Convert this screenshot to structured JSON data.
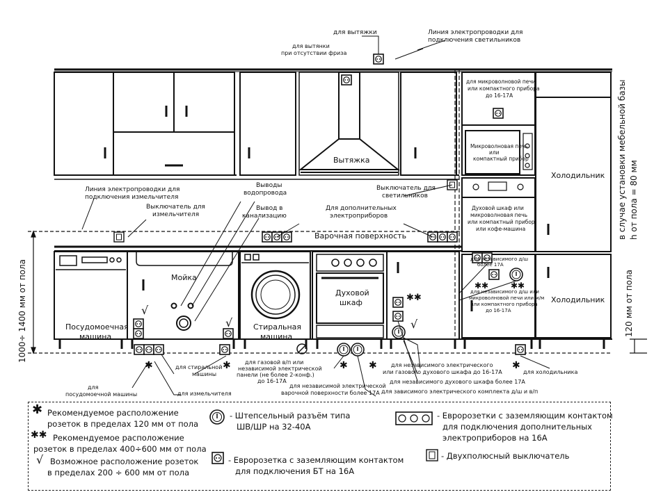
{
  "labels": {
    "hood_outlet": "для вытяжки",
    "hood_no_frieze_1": "для вытянки",
    "hood_no_frieze_2": "при отсутствии фриза",
    "light_line_1": "Линия электропроводки для",
    "light_line_2": "подключения светильников",
    "microwave_outlet_1": "для микроволновой печи",
    "microwave_outlet_2": "или компактного прибора",
    "microwave_outlet_3": "до 16-17А",
    "microwave_1": "Микроволновая печь",
    "microwave_2": "или",
    "microwave_3": "компактный прибор",
    "hood": "Вытяжка",
    "fridge_top": "Холодильник",
    "fridge_bottom": "Холодильник",
    "furniture_base_1": "в случае установки мебельной базы",
    "furniture_base_2": "h от пола = 80 мм",
    "meter_line_1": "Линия электропроводки для",
    "meter_line_2": "подключения измельчителя",
    "water_1": "Выводы",
    "water_2": "водопровода",
    "light_switch_1": "Выключатель для",
    "light_switch_2": "светильников",
    "shredder_switch_1": "Выключатель для",
    "shredder_switch_2": "измельчителя",
    "sewer_1": "Вывод в",
    "sewer_2": "канализацию",
    "extra_1": "Для дополнительных",
    "extra_2": "электроприборов",
    "cooktop": "Варочная поверхность",
    "oven_cab_1": "Духовой шкаф или",
    "oven_cab_2": "микроволновая печь",
    "oven_cab_3": "или компактный прибор",
    "oven_cab_4": "или кофе-машина",
    "sink": "Мойка",
    "oven_1": "Духовой",
    "oven_2": "шкаф",
    "indep_oven_1": "для независимого д/ш",
    "indep_oven_2": "более 17А",
    "indep_mw_1": "для независимого д/ш или",
    "indep_mw_2": "микроволновой печи или м/м",
    "indep_mw_3": "или компактного прибора",
    "indep_mw_4": "до 16-17А",
    "dishwasher_1": "Посудомоечная",
    "dishwasher_2": "машина",
    "washer_1": "Стиральная",
    "washer_2": "машина",
    "dim_1400": "1000÷ 1400 мм от пола",
    "dim_120": "120 мм от пола",
    "gas_1": "для газовой в/п или",
    "gas_2": "независимой электрической",
    "gas_3": "панели (не более 2-конф.)",
    "gas_4": "до 16-17А",
    "washer_out_1": "для стиральной",
    "washer_out_2": "машины",
    "shredder_out": "для измельчителя",
    "dish_out_1": "для",
    "dish_out_2": "посудомоечной машины",
    "indep_gas_oven_1": "для независимого электрического",
    "indep_gas_oven_2": "или газового духового шкафа до 16-17А",
    "indep_cooktop_1": "для независимой электрической",
    "indep_cooktop_2": "варочной поверхности более 17А",
    "indep_oven_big": "для независимого духового шкафа более 17А",
    "fridge_out": "для холодильника",
    "dependent_kit": "для зависимого электрического комплекта д/ш и в/п"
  },
  "legend": {
    "star1_1": "Рекомендуемое расположение",
    "star1_2": "розеток в пределах 120 мм от пола",
    "star2_1": "Рекомендуемое расположение",
    "star2_2": "розеток в пределах 400÷600 мм от пола",
    "check_1": "Возможное расположение розеток",
    "check_2": "в пределах 200 ÷ 600 мм от пола",
    "plug_1": "- Штепсельный разъём типа",
    "plug_2": "ШВ/ШР на 32-40А",
    "euro_1": "- Евророзетка с заземляющим контактом",
    "euro_2": "для подключения БТ на 16А",
    "triple_1": "- Евророзетки с заземляющим контактом",
    "triple_2": "для подключения дополнительных",
    "triple_3": "электроприборов на 16А",
    "switch": "- Двухполюсный выключатель"
  },
  "symbols": {
    "star": "✱",
    "double_star": "✱✱",
    "check": "√"
  }
}
